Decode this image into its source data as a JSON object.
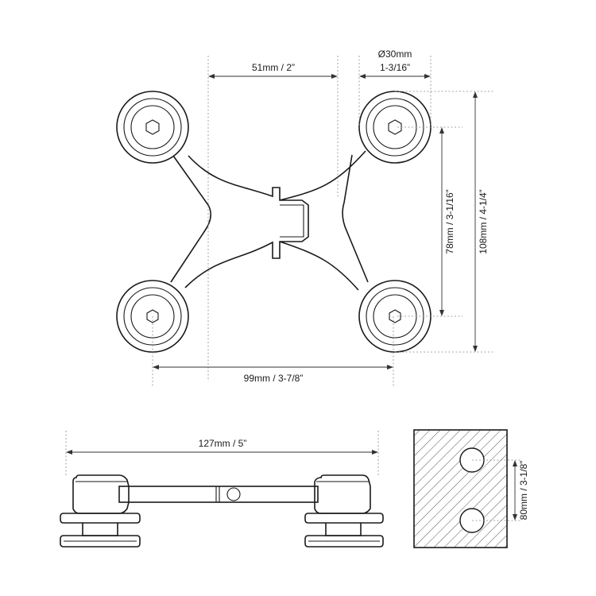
{
  "dimensions": {
    "top_spacing": "51mm / 2”",
    "disc_diameter_line1": "Ø30mm",
    "disc_diameter_line2": "1-3/16”",
    "vertical_spacing": "78mm / 3-1/16”",
    "overall_height": "108mm / 4-1/4”",
    "horizontal_spacing": "99mm / 3-7/8”",
    "side_length": "127mm / 5”",
    "hole_spacing": "80mm / 3-1/8”"
  }
}
